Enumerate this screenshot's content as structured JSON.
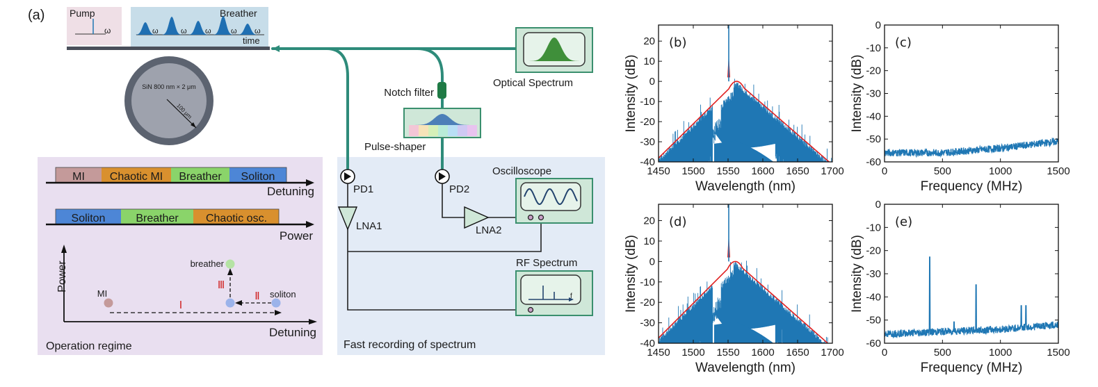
{
  "panel_labels": {
    "a": "(a)",
    "b": "(b)",
    "c": "(c)",
    "d": "(d)",
    "e": "(e)"
  },
  "colors": {
    "fiber": "#2e8b7a",
    "spectrum": "#1f77b4",
    "envelope": "#e02020",
    "panel_purple": "#e9dff0",
    "panel_blue": "#e3ebf6",
    "device_green": "#cfe7d8",
    "regime_mi": "#c49a9a",
    "regime_chaotic": "#d9902e",
    "regime_breather": "#8ad46a",
    "regime_soliton": "#4d86d6"
  },
  "schematic": {
    "pump_label": "Pump",
    "breather_label": "Breather",
    "omega": "ω",
    "time_label": "time",
    "ring_label": "SiN 800 nm × 2 μm",
    "ring_radius": "100 μm",
    "notch_filter": "Notch filter",
    "optical_spectrum": "Optical Spectrum",
    "pulse_shaper": "Pulse-shaper",
    "pd1": "PD1",
    "pd2": "PD2",
    "lna1": "LNA1",
    "lna2": "LNA2",
    "oscilloscope": "Oscilloscope",
    "rf_spectrum": "RF Spectrum",
    "rf_f": "f",
    "fast_recording": "Fast recording of spectrum"
  },
  "regimes": {
    "detuning_bar": [
      "MI",
      "Chaotic MI",
      "Breather",
      "Soliton"
    ],
    "detuning_axis": "Detuning",
    "power_bar": [
      "Soliton",
      "Breather",
      "Chaotic osc."
    ],
    "power_axis": "Power",
    "phase_power": "Power",
    "phase_detuning": "Detuning",
    "point_mi": "MI",
    "point_breather": "breather",
    "point_soliton": "soliton",
    "step_1": "Ⅰ",
    "step_2": "Ⅱ",
    "step_3": "Ⅲ",
    "caption": "Operation regime"
  },
  "chart_data": [
    {
      "panel": "(b)",
      "type": "line",
      "xlabel": "Wavelength (nm)",
      "ylabel": "Intensity (dB)",
      "xlim": [
        1450,
        1700
      ],
      "ylim": [
        -40,
        28
      ],
      "xticks": [
        1450,
        1500,
        1550,
        1600,
        1650,
        1700
      ],
      "yticks": [
        -40,
        -30,
        -20,
        -10,
        0,
        10,
        20
      ],
      "envelope_peak": {
        "x": 1562,
        "y": 0
      },
      "pump": {
        "x": 1551,
        "y": 28
      }
    },
    {
      "panel": "(c)",
      "type": "line",
      "xlabel": "Frequency (MHz)",
      "ylabel": "Intensity (dB)",
      "xlim": [
        0,
        1500
      ],
      "ylim": [
        -60,
        0
      ],
      "xticks": [
        0,
        500,
        1000,
        1500
      ],
      "yticks": [
        -60,
        -50,
        -40,
        -30,
        -20,
        -10,
        0
      ],
      "baseline": [
        [
          0,
          -56
        ],
        [
          500,
          -56
        ],
        [
          1000,
          -54
        ],
        [
          1500,
          -51
        ]
      ]
    },
    {
      "panel": "(d)",
      "type": "line",
      "xlabel": "Wavelength (nm)",
      "ylabel": "Intensity (dB)",
      "xlim": [
        1450,
        1700
      ],
      "ylim": [
        -40,
        28
      ],
      "xticks": [
        1450,
        1500,
        1550,
        1600,
        1650,
        1700
      ],
      "yticks": [
        -40,
        -30,
        -20,
        -10,
        0,
        10,
        20
      ],
      "envelope_peak": {
        "x": 1560,
        "y": 0
      },
      "pump": {
        "x": 1551,
        "y": 28
      }
    },
    {
      "panel": "(e)",
      "type": "line",
      "xlabel": "Frequency (MHz)",
      "ylabel": "Intensity (dB)",
      "xlim": [
        0,
        1500
      ],
      "ylim": [
        -60,
        0
      ],
      "xticks": [
        0,
        500,
        1000,
        1500
      ],
      "yticks": [
        -60,
        -50,
        -40,
        -30,
        -20,
        -10,
        0
      ],
      "baseline": [
        [
          0,
          -56
        ],
        [
          500,
          -55
        ],
        [
          1000,
          -54
        ],
        [
          1500,
          -52
        ]
      ],
      "peaks": [
        [
          390,
          -25
        ],
        [
          600,
          -53
        ],
        [
          790,
          -37
        ],
        [
          1180,
          -46
        ],
        [
          1220,
          -46
        ]
      ]
    }
  ]
}
